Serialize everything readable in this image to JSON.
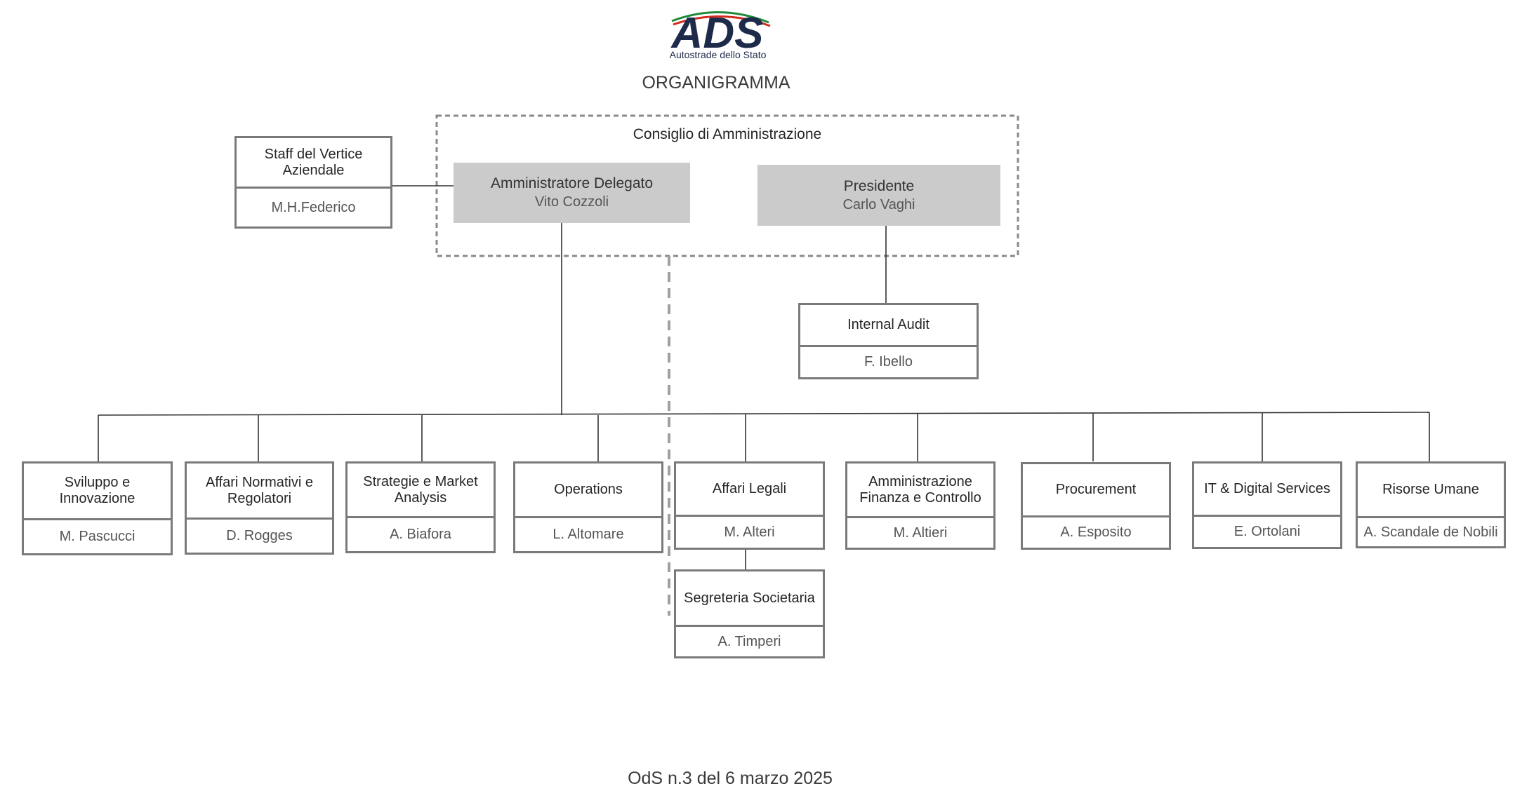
{
  "logo": {
    "text": "ADS",
    "subtitle": "Autostrade dello Stato",
    "color": "#1e2a4a",
    "stripe_colors": [
      "#1f8a3a",
      "#d52b1e"
    ]
  },
  "title": "ORGANIGRAMMA",
  "board": {
    "label": "Consiglio di Amministrazione",
    "ceo": {
      "role": "Amministratore Delegato",
      "name": "Vito Cozzoli"
    },
    "president": {
      "role": "Presidente",
      "name": "Carlo Vaghi"
    }
  },
  "staff": {
    "title": "Staff del Vertice Aziendale",
    "name": "M.H.Federico"
  },
  "audit": {
    "title": "Internal Audit",
    "name": "F. Ibello"
  },
  "units": [
    {
      "title": "Sviluppo e Innovazione",
      "name": "M. Pascucci"
    },
    {
      "title": "Affari Normativi e Regolatori",
      "name": "D. Rogges"
    },
    {
      "title": "Strategie e Market Analysis",
      "name": "A. Biafora"
    },
    {
      "title": "Operations",
      "name": "L. Altomare"
    },
    {
      "title": "Affari Legali",
      "name": "M. Alteri"
    },
    {
      "title": "Amministrazione Finanza e Controllo",
      "name": "M. Altieri"
    },
    {
      "title": "Procurement",
      "name": "A. Esposito"
    },
    {
      "title": "IT & Digital  Services",
      "name": "E. Ortolani"
    },
    {
      "title": "Risorse Umane",
      "name": "A. Scandale de Nobili"
    }
  ],
  "secretariat": {
    "title": "Segreteria Societaria",
    "name": "A. Timperi"
  },
  "footer": "OdS n.3 del 6 marzo 2025",
  "colors": {
    "box_border": "#7a7a7a",
    "board_fill": "#cbcbcb",
    "line": "#333333",
    "dashed": "#9a9a9a"
  }
}
